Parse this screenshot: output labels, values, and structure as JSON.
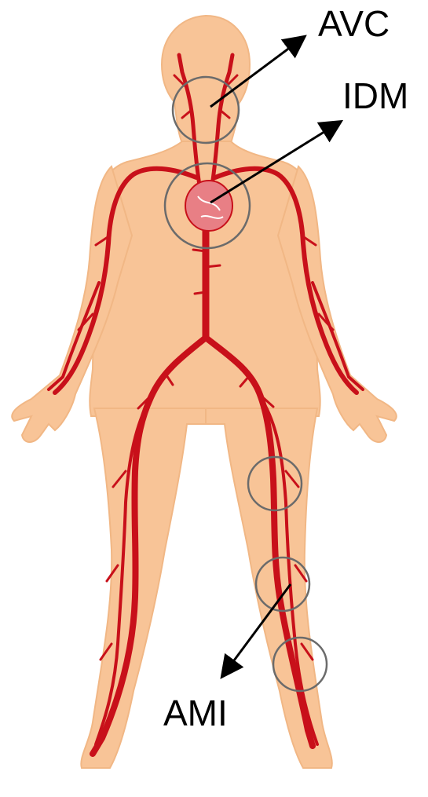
{
  "labels": {
    "avc": "AVC",
    "idm": "IDM",
    "ami": "AMI"
  },
  "colors": {
    "skin": "#f8c497",
    "artery": "#c8101a",
    "heart": "#e87f85",
    "ring": "#6b6b6b",
    "pointer": "#000000"
  }
}
